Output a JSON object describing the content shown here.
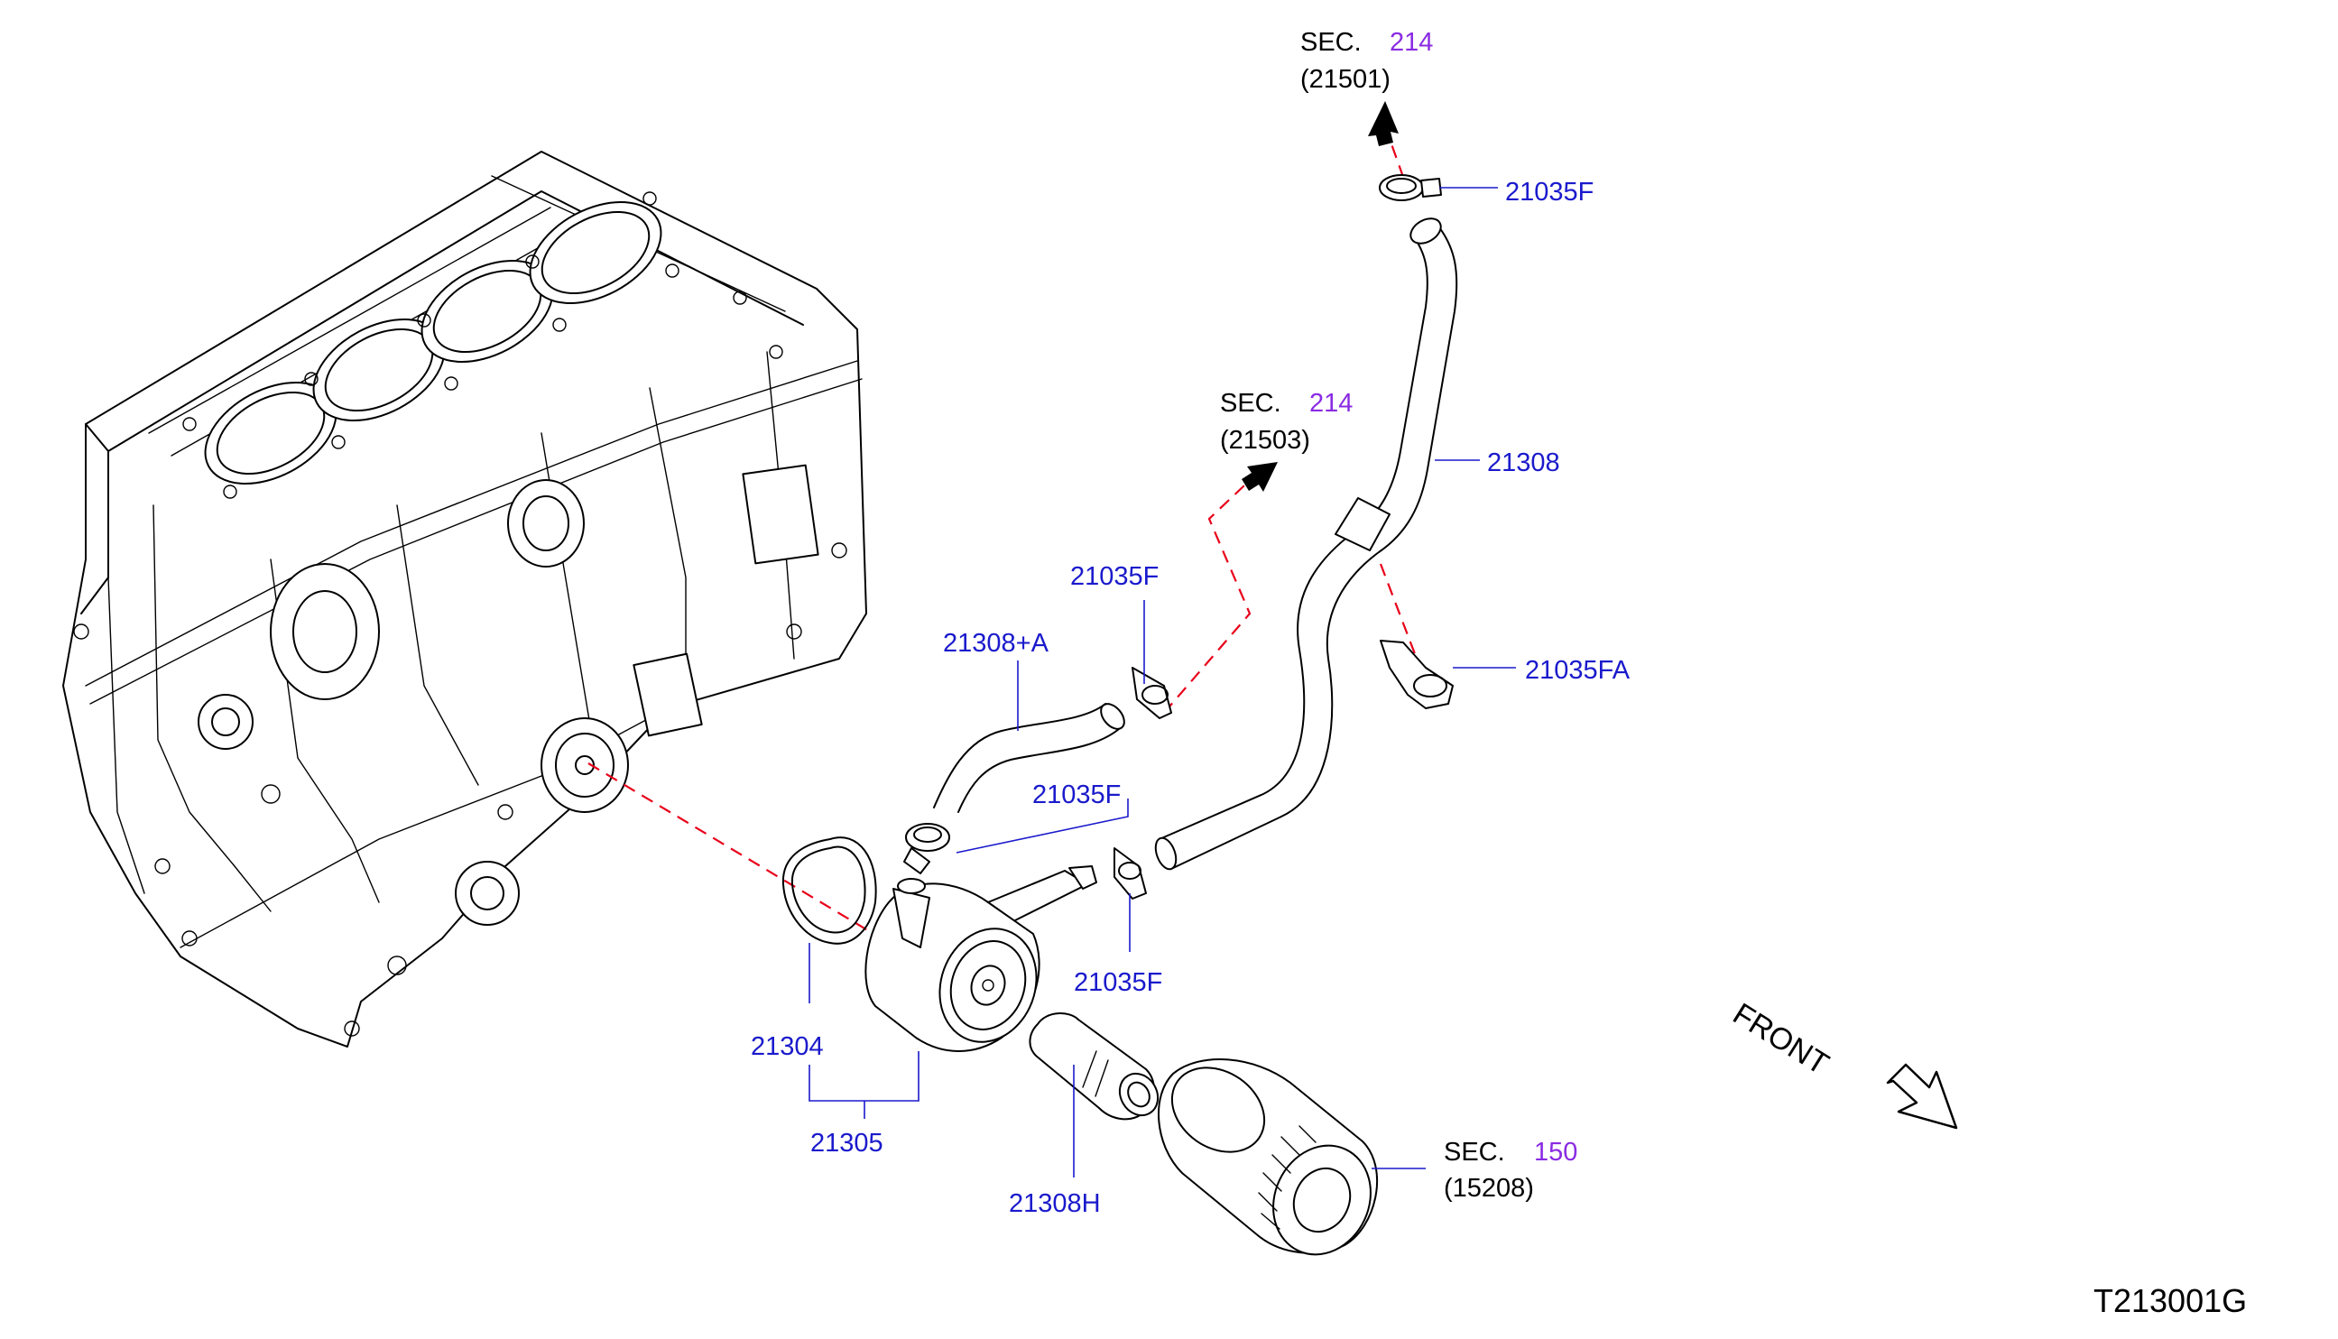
{
  "diagram_code": "T213001G",
  "front_label": "FRONT",
  "colors": {
    "part_number": "#1a1acc",
    "section_number": "#8a2be2",
    "connection_line": "#e8001a",
    "line_art": "#000000"
  },
  "icons": {
    "front_direction": "arrow-outline-down-right-icon",
    "connection_arrow": "filled-arrow-icon"
  },
  "part_labels": {
    "p21035F_top": "21035F",
    "p21308": "21308",
    "p21035FA": "21035FA",
    "p21035F_mid": "21035F",
    "p21308_A": "21308+A",
    "p21035F_low": "21035F",
    "p21035F_bottom": "21035F",
    "p21304": "21304",
    "p21305": "21305",
    "p21308H": "21308H"
  },
  "section_refs": {
    "top": {
      "prefix": "SEC.",
      "number": "214",
      "part": "(21501)"
    },
    "middle": {
      "prefix": "SEC.",
      "number": "214",
      "part": "(21503)"
    },
    "filter": {
      "prefix": "SEC.",
      "number": "150",
      "part": "(15208)"
    }
  }
}
